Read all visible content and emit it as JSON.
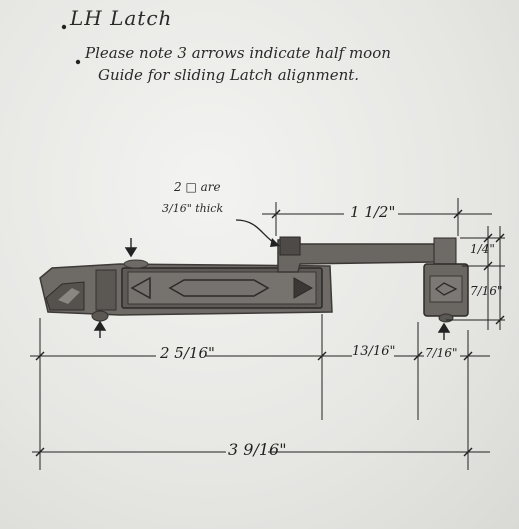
{
  "notes": {
    "title": "LH Latch",
    "line1": "Please note 3 arrows indicate half moon",
    "line2": "Guide for sliding Latch alignment."
  },
  "callout": {
    "squares": "2 □ are",
    "thickness": "3/16\" thick"
  },
  "dimensions": {
    "top_length": "1 1/2\"",
    "right_upper_height": "1/4\"",
    "right_total_height": "7/16\"",
    "left_section": "2 5/16\"",
    "mid_section": "13/16\"",
    "right_section": "7/16\"",
    "overall_length": "3 9/16\""
  }
}
